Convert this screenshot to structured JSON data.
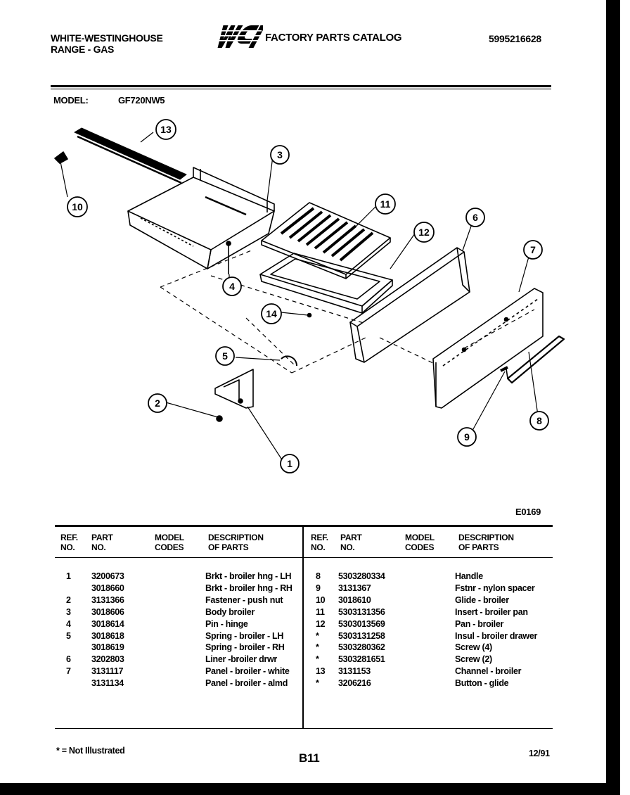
{
  "header": {
    "brand_line1": "WHITE-WESTINGHOUSE",
    "brand_line2": "RANGE - GAS",
    "logo_text": "WCI",
    "catalog_title": "FACTORY PARTS CATALOG",
    "doc_number": "5995216628"
  },
  "model": {
    "label": "MODEL:",
    "value": "GF720NW5"
  },
  "diagram": {
    "code": "E0169",
    "callouts": [
      "13",
      "10",
      "3",
      "11",
      "12",
      "6",
      "7",
      "4",
      "14",
      "5",
      "2",
      "1",
      "9",
      "8"
    ]
  },
  "table": {
    "headers": {
      "ref": [
        "REF.",
        "NO."
      ],
      "part": [
        "PART",
        "NO."
      ],
      "model": [
        "MODEL",
        "CODES"
      ],
      "desc": [
        "DESCRIPTION",
        "OF PARTS"
      ]
    },
    "left_rows": [
      {
        "ref": "1",
        "part": "3200673",
        "model": "",
        "desc": "Brkt - broiler hng - LH"
      },
      {
        "ref": "",
        "part": "3018660",
        "model": "",
        "desc": "Brkt - broiler hng - RH"
      },
      {
        "ref": "2",
        "part": "3131366",
        "model": "",
        "desc": "Fastener - push nut"
      },
      {
        "ref": "3",
        "part": "3018606",
        "model": "",
        "desc": "Body broiler"
      },
      {
        "ref": "4",
        "part": "3018614",
        "model": "",
        "desc": "Pin - hinge"
      },
      {
        "ref": "5",
        "part": "3018618",
        "model": "",
        "desc": "Spring - broiler - LH"
      },
      {
        "ref": "",
        "part": "3018619",
        "model": "",
        "desc": "Spring - broiler - RH"
      },
      {
        "ref": "6",
        "part": "3202803",
        "model": "",
        "desc": "Liner -broiler drwr"
      },
      {
        "ref": "7",
        "part": "3131117",
        "model": "",
        "desc": "Panel - broiler - white"
      },
      {
        "ref": "",
        "part": "3131134",
        "model": "",
        "desc": "Panel - broiler - almd"
      }
    ],
    "right_rows": [
      {
        "ref": "8",
        "part": "5303280334",
        "model": "",
        "desc": "Handle"
      },
      {
        "ref": "9",
        "part": "3131367",
        "model": "",
        "desc": "Fstnr - nylon spacer"
      },
      {
        "ref": "10",
        "part": "3018610",
        "model": "",
        "desc": "Glide - broiler"
      },
      {
        "ref": "11",
        "part": "5303131356",
        "model": "",
        "desc": "Insert - broiler pan"
      },
      {
        "ref": "12",
        "part": "5303013569",
        "model": "",
        "desc": "Pan - broiler"
      },
      {
        "ref": "*",
        "part": "5303131258",
        "model": "",
        "desc": "Insul - broiler drawer"
      },
      {
        "ref": "*",
        "part": "5303280362",
        "model": "",
        "desc": "Screw (4)"
      },
      {
        "ref": "*",
        "part": "5303281651",
        "model": "",
        "desc": "Screw (2)"
      },
      {
        "ref": "13",
        "part": "3131153",
        "model": "",
        "desc": "Channel - broiler"
      },
      {
        "ref": "*",
        "part": "3206216",
        "model": "",
        "desc": "Button - glide"
      }
    ]
  },
  "footer": {
    "note": "* = Not Illustrated",
    "page": "B11",
    "date": "12/91"
  }
}
